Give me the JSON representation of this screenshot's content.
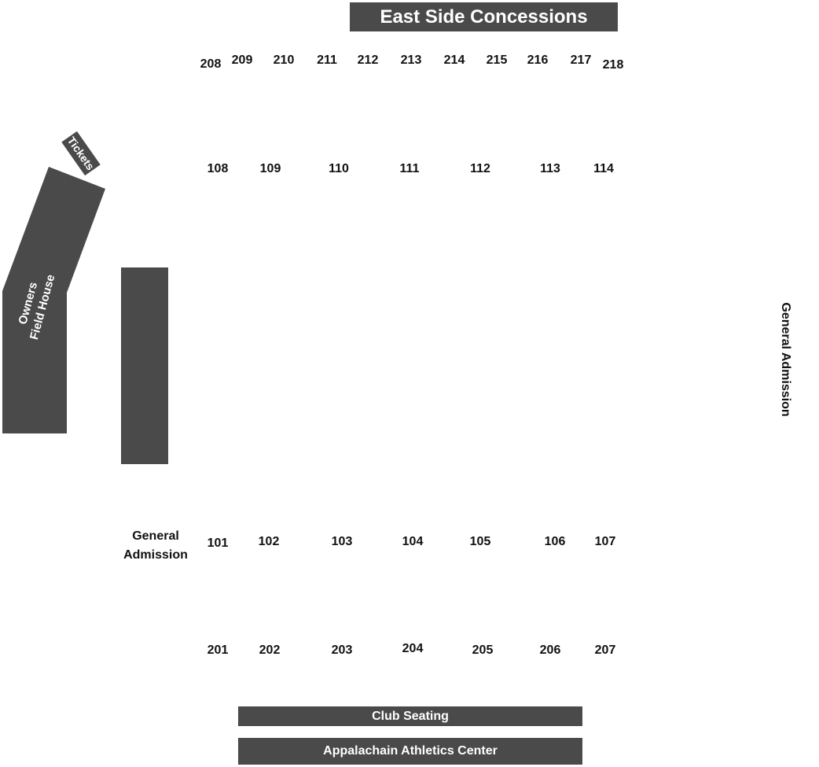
{
  "colors": {
    "block": "#4a4a4a",
    "text": "#111111",
    "block_text": "#ffffff",
    "background": "#ffffff"
  },
  "venue": {
    "east_concessions": "East Side Concessions",
    "tickets": "Tickets",
    "owners_field_house_line1": "Owners",
    "owners_field_house_line2": "Field House",
    "ga_left_line1": "General",
    "ga_left_line2": "Admission",
    "ga_right": "General Admission",
    "club_seating": "Club Seating",
    "athletics_center": "Appalachain Athletics Center"
  },
  "sections": {
    "upper_east": [
      "208",
      "209",
      "210",
      "211",
      "212",
      "213",
      "214",
      "215",
      "216",
      "217",
      "218"
    ],
    "lower_east": [
      "108",
      "109",
      "110",
      "111",
      "112",
      "113",
      "114"
    ],
    "lower_west": [
      "101",
      "102",
      "103",
      "104",
      "105",
      "106",
      "107"
    ],
    "upper_west": [
      "201",
      "202",
      "203",
      "204",
      "205",
      "206",
      "207"
    ]
  }
}
